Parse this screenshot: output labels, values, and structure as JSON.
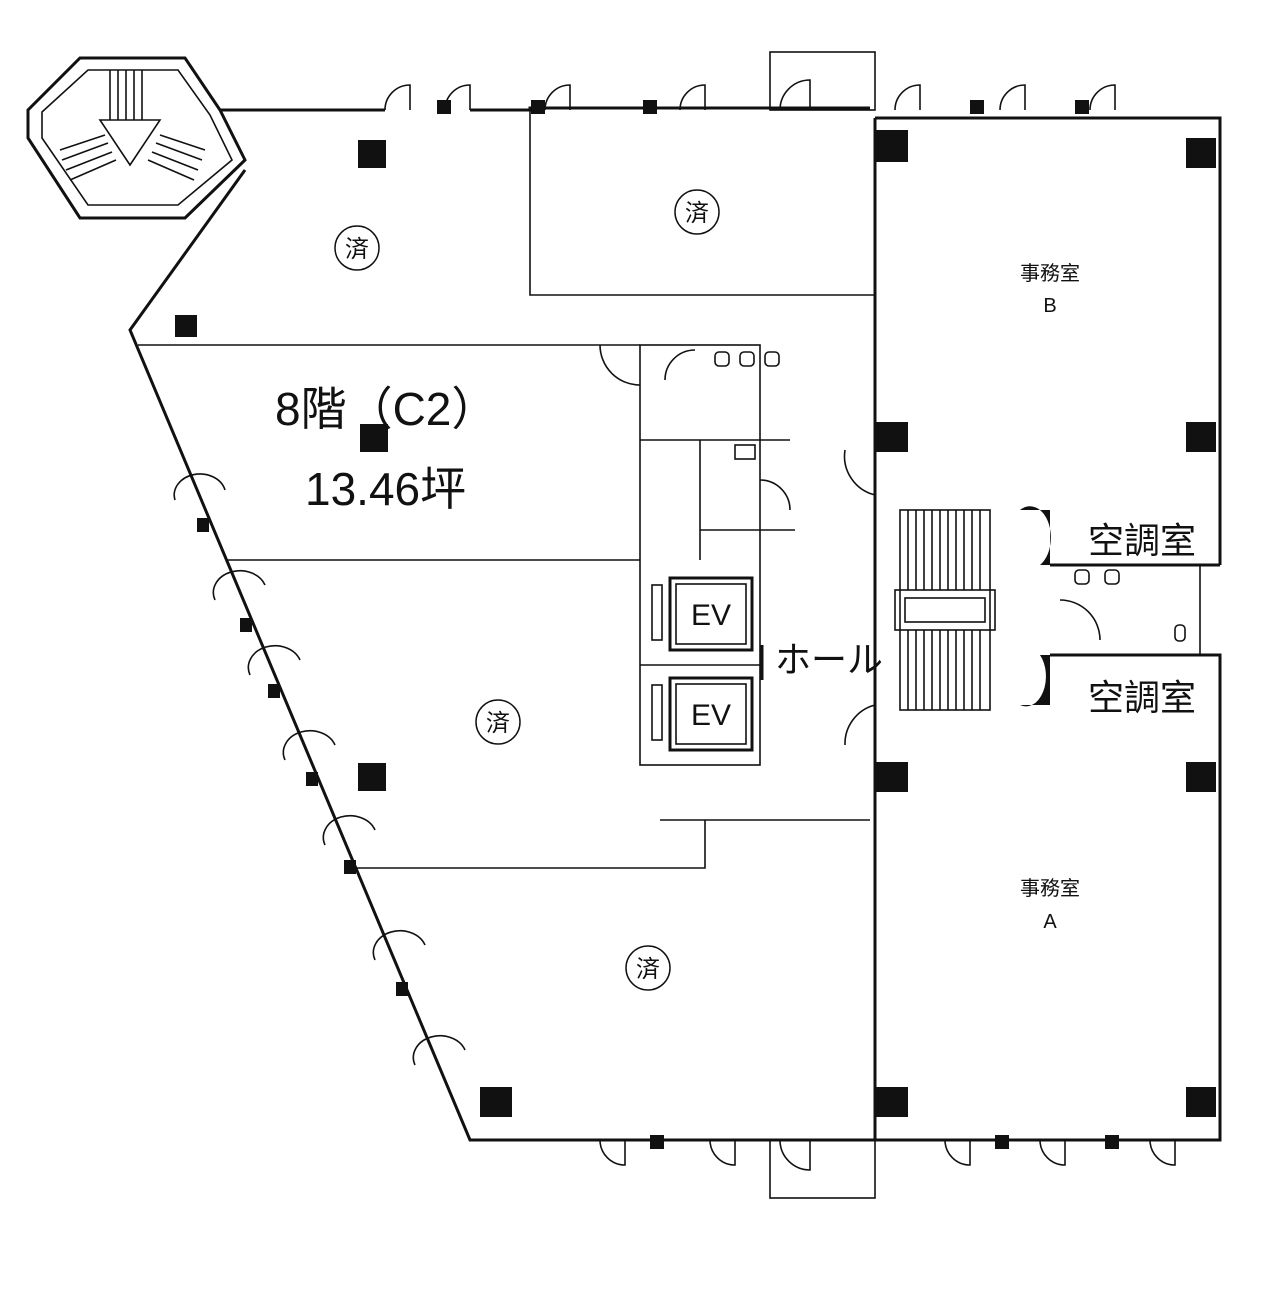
{
  "plan": {
    "floor_title": "8階（C2）",
    "area": "13.46坪",
    "leased_mark": "済",
    "office_b": {
      "name": "事務室",
      "letter": "B"
    },
    "office_a": {
      "name": "事務室",
      "letter": "A"
    },
    "ac_room_upper": "空調室",
    "ac_room_lower": "空調室",
    "hall": "ホール",
    "elevator_upper": "EV",
    "elevator_lower": "EV"
  }
}
